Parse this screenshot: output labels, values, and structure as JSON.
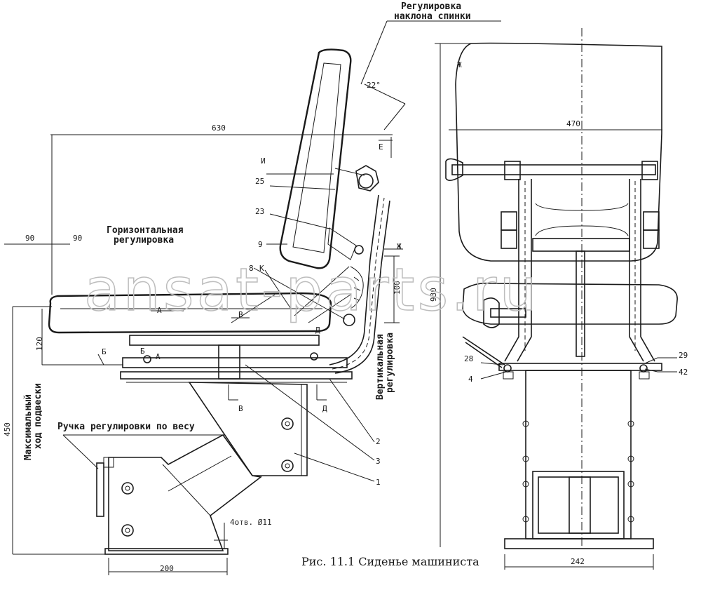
{
  "figure": {
    "caption": "Рис. 11.1 Сиденье машиниста",
    "watermark": "ansat-parts.ru"
  },
  "annotations": {
    "backrest_adjust_line1": "Регулировка",
    "backrest_adjust_line2": "наклона спинки",
    "horizontal_adjust_line1": "Горизонтальная",
    "horizontal_adjust_line2": "регулировка",
    "vertical_adjust_line1": "Вертикальная",
    "vertical_adjust_line2": "регулировка",
    "max_travel_line1": "Максимальный",
    "max_travel_line2": "ход подвески",
    "weight_handle": "Ручка регулировки по весу",
    "holes": "4отв. Ø11"
  },
  "dimensions": {
    "d630": "630",
    "d90a": "90",
    "d90b": "90",
    "d120": "120",
    "d450": "450",
    "d200": "200",
    "d100": "100",
    "d22": "22°",
    "d470": "470",
    "d930": "930",
    "d242": "242"
  },
  "section_marks": {
    "A1": "А",
    "A2": "А",
    "B1": "Б",
    "B2": "Б",
    "V1": "В",
    "V2": "В",
    "D1": "Д",
    "D2": "Д",
    "E": "Е",
    "ZH1": "Ж",
    "ZH2": "Ж",
    "K": "К",
    "I": "И"
  },
  "part_numbers": {
    "p1": "1",
    "p2": "2",
    "p3": "3",
    "p4": "4",
    "p8": "8",
    "p9": "9",
    "p23": "23",
    "p25": "25",
    "p28": "28",
    "p29": "29",
    "p42": "42"
  }
}
